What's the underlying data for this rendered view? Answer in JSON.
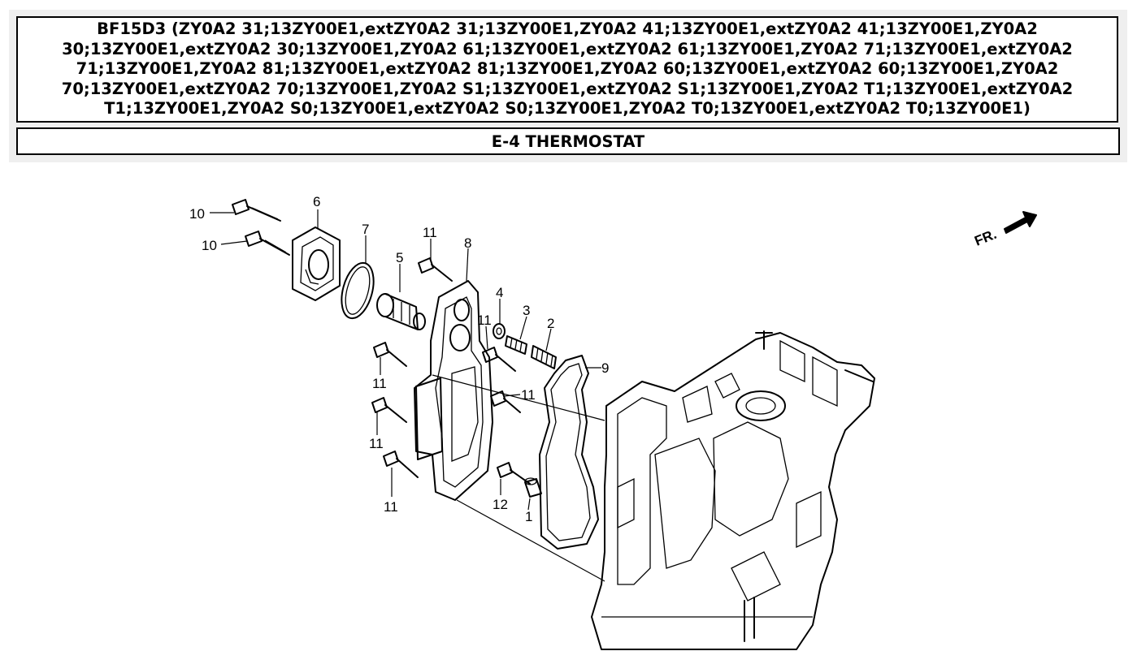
{
  "header": {
    "title": "BF15D3 (ZY0A2 31;13ZY00E1,extZY0A2 31;13ZY00E1,ZY0A2 41;13ZY00E1,extZY0A2 41;13ZY00E1,ZY0A2 30;13ZY00E1,extZY0A2 30;13ZY00E1,ZY0A2 61;13ZY00E1,extZY0A2 61;13ZY00E1,ZY0A2 71;13ZY00E1,extZY0A2 71;13ZY00E1,ZY0A2 81;13ZY00E1,extZY0A2 81;13ZY00E1,ZY0A2 60;13ZY00E1,extZY0A2 60;13ZY00E1,ZY0A2 70;13ZY00E1,extZY0A2 70;13ZY00E1,ZY0A2 S1;13ZY00E1,extZY0A2 S1;13ZY00E1,ZY0A2 T1;13ZY00E1,extZY0A2 T1;13ZY00E1,ZY0A2 S0;13ZY00E1,extZY0A2 S0;13ZY00E1,ZY0A2 T0;13ZY00E1,extZY0A2 T0;13ZY00E1)",
    "section": "E-4 THERMOSTAT"
  },
  "diagram": {
    "direction_label": "FR.",
    "callouts": {
      "c10a": "10",
      "c10b": "10",
      "c6": "6",
      "c7": "7",
      "c5": "5",
      "c11a": "11",
      "c8": "8",
      "c4": "4",
      "c3": "3",
      "c2": "2",
      "c11b": "11",
      "c9": "9",
      "c11c": "11",
      "c11d": "11",
      "c11e": "11",
      "c11f": "11",
      "c12": "12",
      "c1": "1"
    }
  }
}
